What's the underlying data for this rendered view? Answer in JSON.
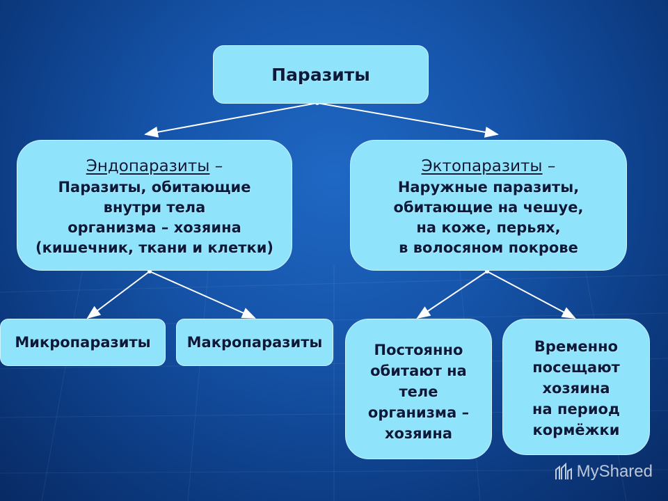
{
  "root": {
    "label": "Паразиты"
  },
  "endo": {
    "title": "Эндопаразиты",
    "dash": " –",
    "lines": [
      "Паразиты, обитающие",
      "внутри тела",
      "организма – хозяина",
      "(кишечник, ткани и клетки)"
    ]
  },
  "ecto": {
    "title": "Эктопаразиты",
    "dash": " –",
    "lines": [
      "Наружные паразиты,",
      "обитающие на чешуе,",
      "на коже, перьях,",
      "в волосяном покрове"
    ]
  },
  "micro": {
    "label": "Микропаразиты"
  },
  "macro": {
    "label": "Макропаразиты"
  },
  "permanent": {
    "lines": [
      "Постоянно",
      "обитают на",
      "теле",
      "организма –",
      "хозяина"
    ]
  },
  "temporary": {
    "lines": [
      "Временно",
      "посещают",
      "хозяина",
      "на период",
      "кормёжки"
    ]
  },
  "watermark": {
    "text": "MyShared"
  },
  "colors": {
    "box": "#8fe3fb",
    "background": "#1553a8",
    "arrow": "#ffffff"
  }
}
